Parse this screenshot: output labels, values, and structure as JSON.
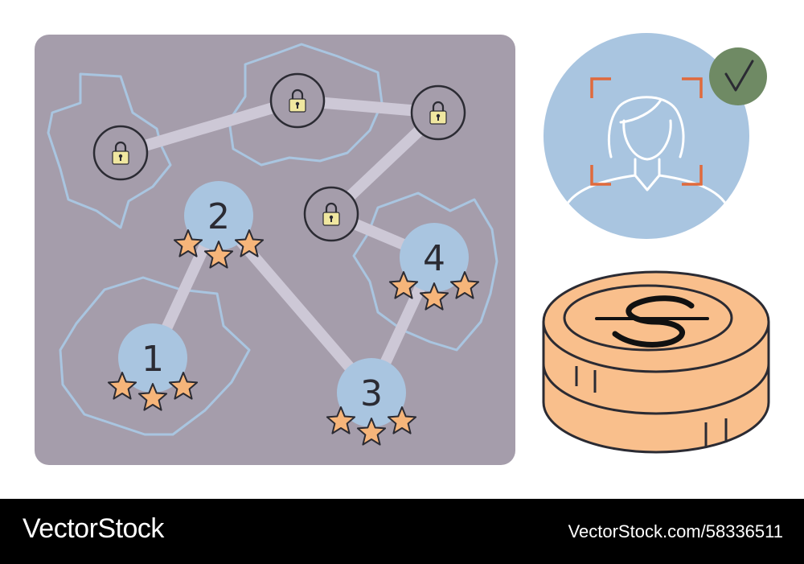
{
  "colors": {
    "board": "#a59dab",
    "region_outline": "#a9c5e0",
    "path": "#cdc8d6",
    "node": "#a9c5e0",
    "star": "#f6b57a",
    "lock_body": "#f0e7a0",
    "coin": "#f9bf8c",
    "verify_badge": "#6f8a64",
    "face_frame": "#e06a3c"
  },
  "map": {
    "levels": [
      {
        "label": "1",
        "stars": 3,
        "locked": false
      },
      {
        "label": "2",
        "stars": 3,
        "locked": false
      },
      {
        "label": "3",
        "stars": 3,
        "locked": false
      },
      {
        "label": "4",
        "stars": 3,
        "locked": false
      }
    ],
    "locked_levels": [
      {
        "icon": "padlock-icon",
        "locked": true
      },
      {
        "icon": "padlock-icon",
        "locked": true
      },
      {
        "icon": "padlock-icon",
        "locked": true
      },
      {
        "icon": "padlock-icon",
        "locked": true
      }
    ]
  },
  "profile": {
    "verified": true,
    "icon": "face-recognition-icon",
    "badge_icon": "checkmark-icon"
  },
  "coin": {
    "icon": "dollar-sign-icon"
  },
  "footer": {
    "brand": "VectorStock",
    "stock_id": "VectorStock.com/58336511"
  }
}
